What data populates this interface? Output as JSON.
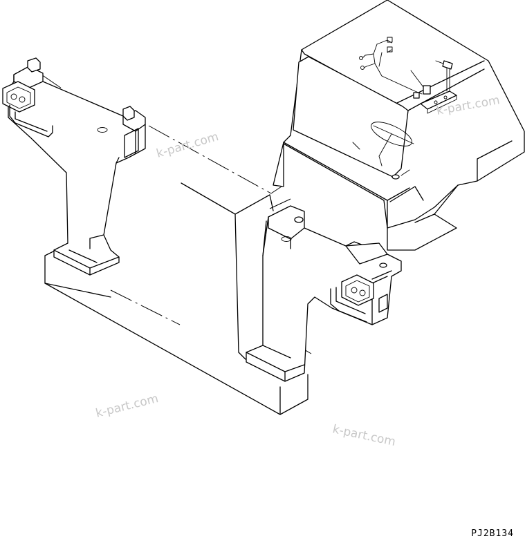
{
  "watermark": {
    "text": "k-part.com",
    "color": "#c8c8c8"
  },
  "drawing_code": "PJ2B134",
  "icons": [
    "cab-outline",
    "left-fender-lamp",
    "right-fender-lamp",
    "wiring-harness",
    "bolt",
    "bracket",
    "steering-wheel"
  ]
}
